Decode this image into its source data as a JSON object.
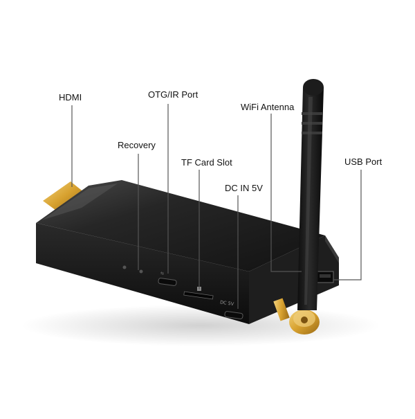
{
  "image": {
    "subject": "hdmi-stick-device",
    "background": "#ffffff",
    "colors": {
      "body": "#1a1a1a",
      "body_highlight": "#3a3a3a",
      "hdmi_gold": "#d9a830",
      "antenna": "#141414",
      "antenna_gold": "#c8922a",
      "callout_line": "#555555"
    }
  },
  "labels": {
    "hdmi": "HDMI",
    "otg_ir": "OTG/IR Port",
    "wifi_antenna": "WiFi Antenna",
    "recovery": "Recovery",
    "tf_card": "TF Card Slot",
    "usb": "USB Port",
    "dc_in": "DC IN 5V"
  },
  "printed_on_device": {
    "dc_marking": "DC 5V"
  }
}
